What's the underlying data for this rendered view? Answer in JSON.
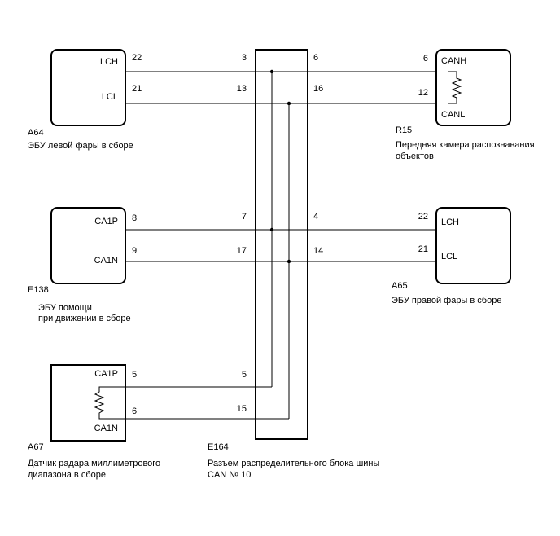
{
  "components": {
    "a64": {
      "code": "A64",
      "name": "ЭБУ левой фары в сборе",
      "pin_high": "LCH",
      "pin_low": "LCL",
      "num_high": "22",
      "num_low": "21"
    },
    "r15": {
      "code": "R15",
      "name_line1": "Передняя камера распознавания",
      "name_line2": "объектов",
      "pin_high": "CANH",
      "pin_low": "CANL",
      "num_high": "6",
      "num_low": "12"
    },
    "e138": {
      "code": "E138",
      "name_line1": "ЭБУ помощи",
      "name_line2": "при движении в сборе",
      "pin_high": "CA1P",
      "pin_low": "CA1N",
      "num_high": "8",
      "num_low": "9"
    },
    "a65": {
      "code": "A65",
      "name": "ЭБУ правой фары в сборе",
      "pin_high": "LCH",
      "pin_low": "LCL",
      "num_high": "22",
      "num_low": "21"
    },
    "a67": {
      "code": "A67",
      "name_line1": "Датчик радара миллиметрового",
      "name_line2": "диапазона в сборе",
      "pin_high": "CA1P",
      "pin_low": "CA1N",
      "num_high": "5",
      "num_low": "6"
    },
    "e164": {
      "code": "E164",
      "name_line1": "Разъем распределительного блока шины",
      "name_line2": "CAN № 10",
      "left_pins": [
        "3",
        "13",
        "7",
        "17",
        "5",
        "15"
      ],
      "right_pins": [
        "6",
        "16",
        "4",
        "14"
      ]
    }
  }
}
